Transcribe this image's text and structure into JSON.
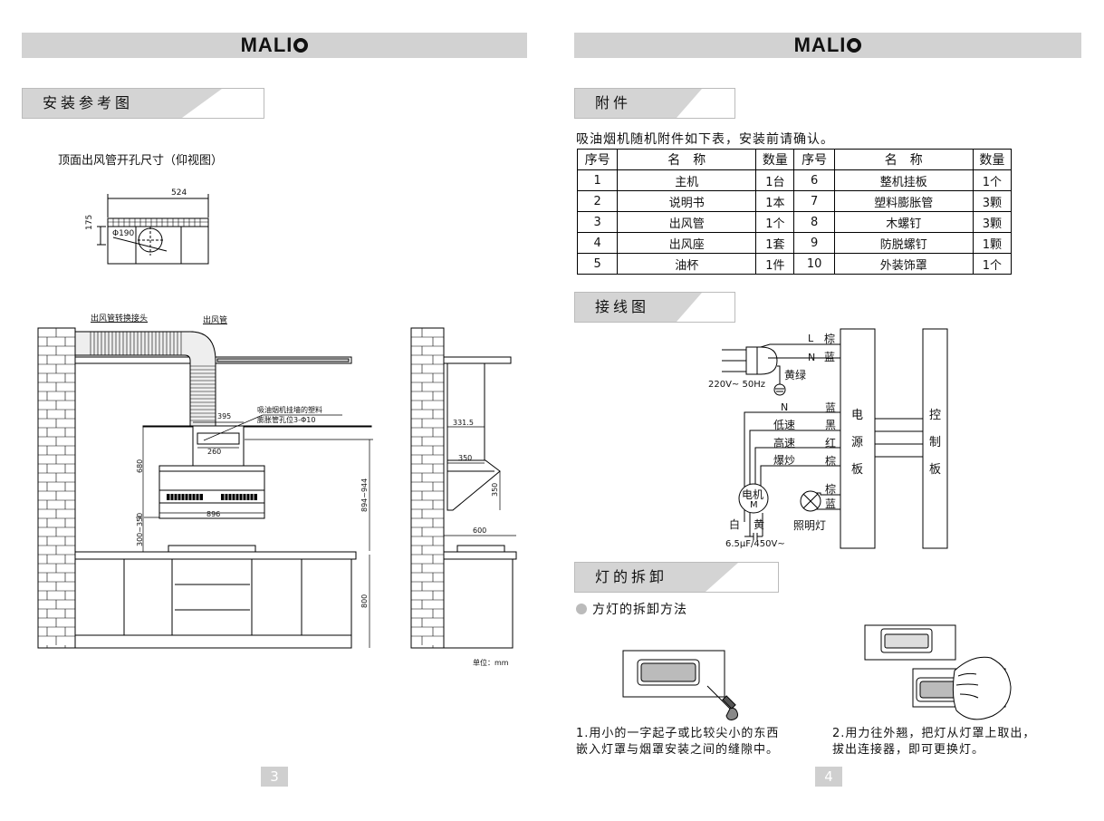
{
  "brand": "MALI",
  "left": {
    "section_title": "安装参考图",
    "top_view_caption": "顶面出风管开孔尺寸（仰视图）",
    "top_view": {
      "dim_width": "524",
      "dim_height": "175",
      "dim_hole": "Φ190"
    },
    "labels": {
      "adapter": "出风管转换接头",
      "duct": "出风管",
      "wall_note_1": "吸油烟机挂墙的塑料",
      "wall_note_2": "膨胀管孔位3-Φ10",
      "d395": "395",
      "d260": "260",
      "d680": "680",
      "d896": "896",
      "d300_350": "300~350",
      "d894_944": "894~944",
      "d800": "800",
      "d331": "331.5",
      "d350a": "350",
      "d350b": "350",
      "d600": "600",
      "unit": "单位：mm"
    },
    "page_number": "3"
  },
  "right": {
    "accessories": {
      "title": "附件",
      "intro": "吸油烟机随机附件如下表，安装前请确认。",
      "headers": [
        "序号",
        "名　称",
        "数量",
        "序号",
        "名　称",
        "数量"
      ],
      "rows": [
        [
          "1",
          "主机",
          "1台",
          "6",
          "整机挂板",
          "1个"
        ],
        [
          "2",
          "说明书",
          "1本",
          "7",
          "塑料膨胀管",
          "3颗"
        ],
        [
          "3",
          "出风管",
          "1个",
          "8",
          "木螺钉",
          "3颗"
        ],
        [
          "4",
          "出风座",
          "1套",
          "9",
          "防脱螺钉",
          "1颗"
        ],
        [
          "5",
          "油杯",
          "1件",
          "10",
          "外装饰罩",
          "1个"
        ]
      ]
    },
    "wiring": {
      "title": "接线图",
      "L": "L",
      "N1": "N",
      "brown1": "棕",
      "blue1": "蓝",
      "yellow_green": "黄绿",
      "voltage": "220V~ 50Hz",
      "N2": "N",
      "blue2": "蓝",
      "low": "低速",
      "black": "黑",
      "high": "高速",
      "red": "红",
      "fry": "爆炒",
      "brown2": "棕",
      "motor": "电机",
      "motor_m": "M",
      "white": "白",
      "yellow": "黄",
      "capacitor": "6.5μF/450V~",
      "brown3": "棕",
      "blue3": "蓝",
      "lamp": "照明灯",
      "power_board": [
        "电",
        "源",
        "板"
      ],
      "control_board": [
        "控",
        "制",
        "板"
      ]
    },
    "lamp": {
      "title": "灯的拆卸",
      "method": "方灯的拆卸方法",
      "step1_line1": "1.用小的一字起子或比较尖小的东西",
      "step1_line2": "嵌入灯罩与烟罩安装之间的缝隙中。",
      "step2_line1": "2.用力往外翘，把灯从灯罩上取出，",
      "step2_line2": "拔出连接器，即可更换灯。"
    },
    "page_number": "4"
  }
}
